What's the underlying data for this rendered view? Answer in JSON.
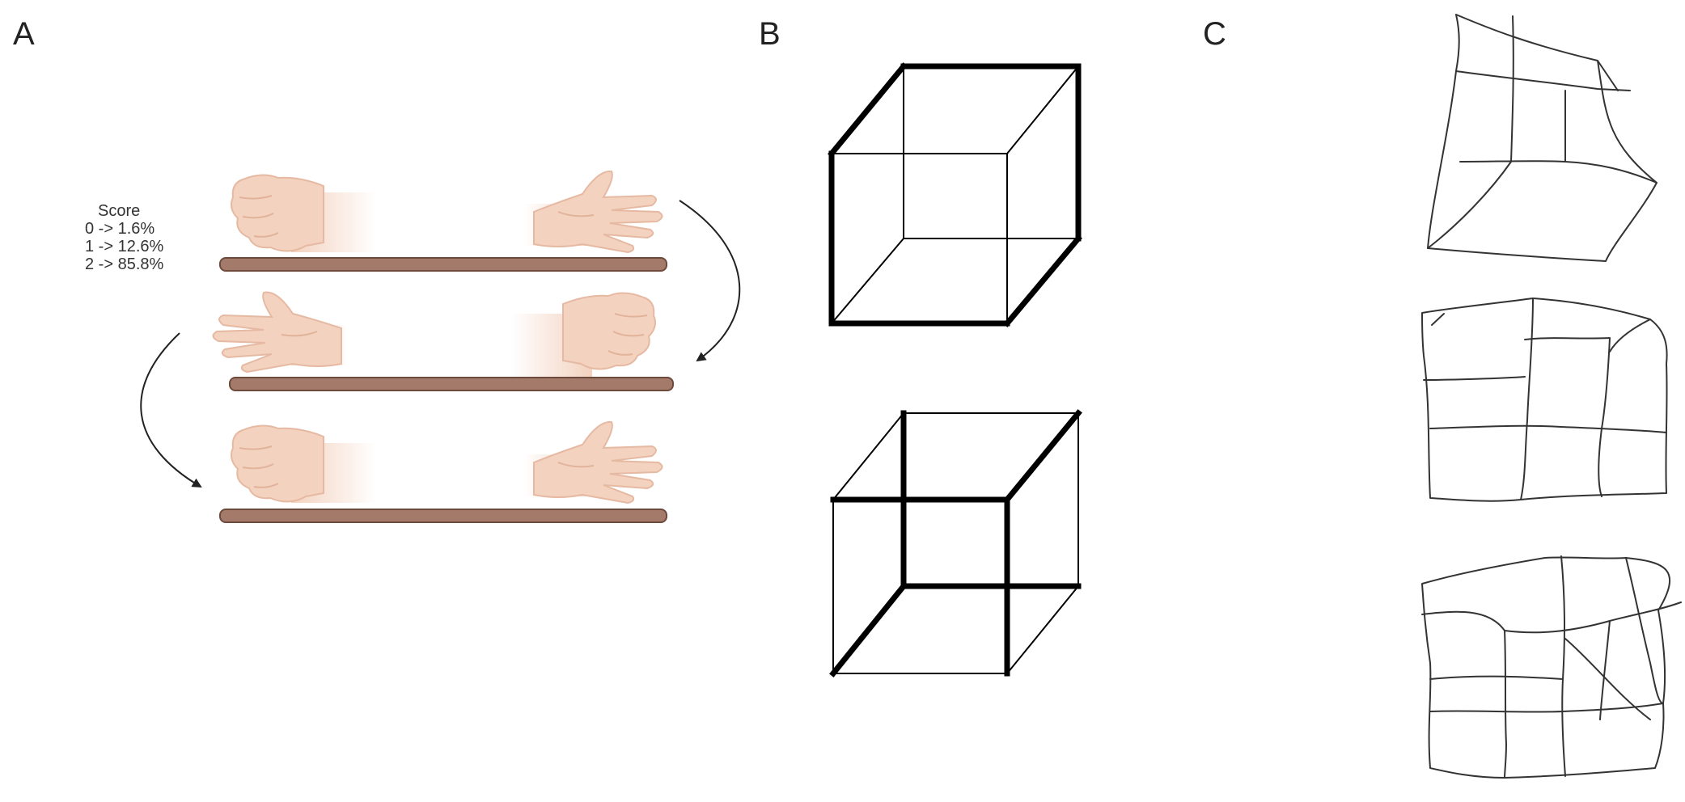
{
  "panels": {
    "a": {
      "label": "A"
    },
    "b": {
      "label": "B"
    },
    "c": {
      "label": "C"
    }
  },
  "score": {
    "title": "Score",
    "lines": [
      "0 -> 1.6%",
      "1 -> 12.6%",
      "2 -> 85.8%"
    ]
  },
  "colors": {
    "bar_fill": "#a47b6b",
    "bar_stroke": "#6e4a3c",
    "skin": "#f3d2bf",
    "skin_shade": "#e6b9a2",
    "line": "#000000"
  },
  "icons": [
    "fist-icon",
    "open-palm-icon",
    "curved-arrow-icon"
  ]
}
